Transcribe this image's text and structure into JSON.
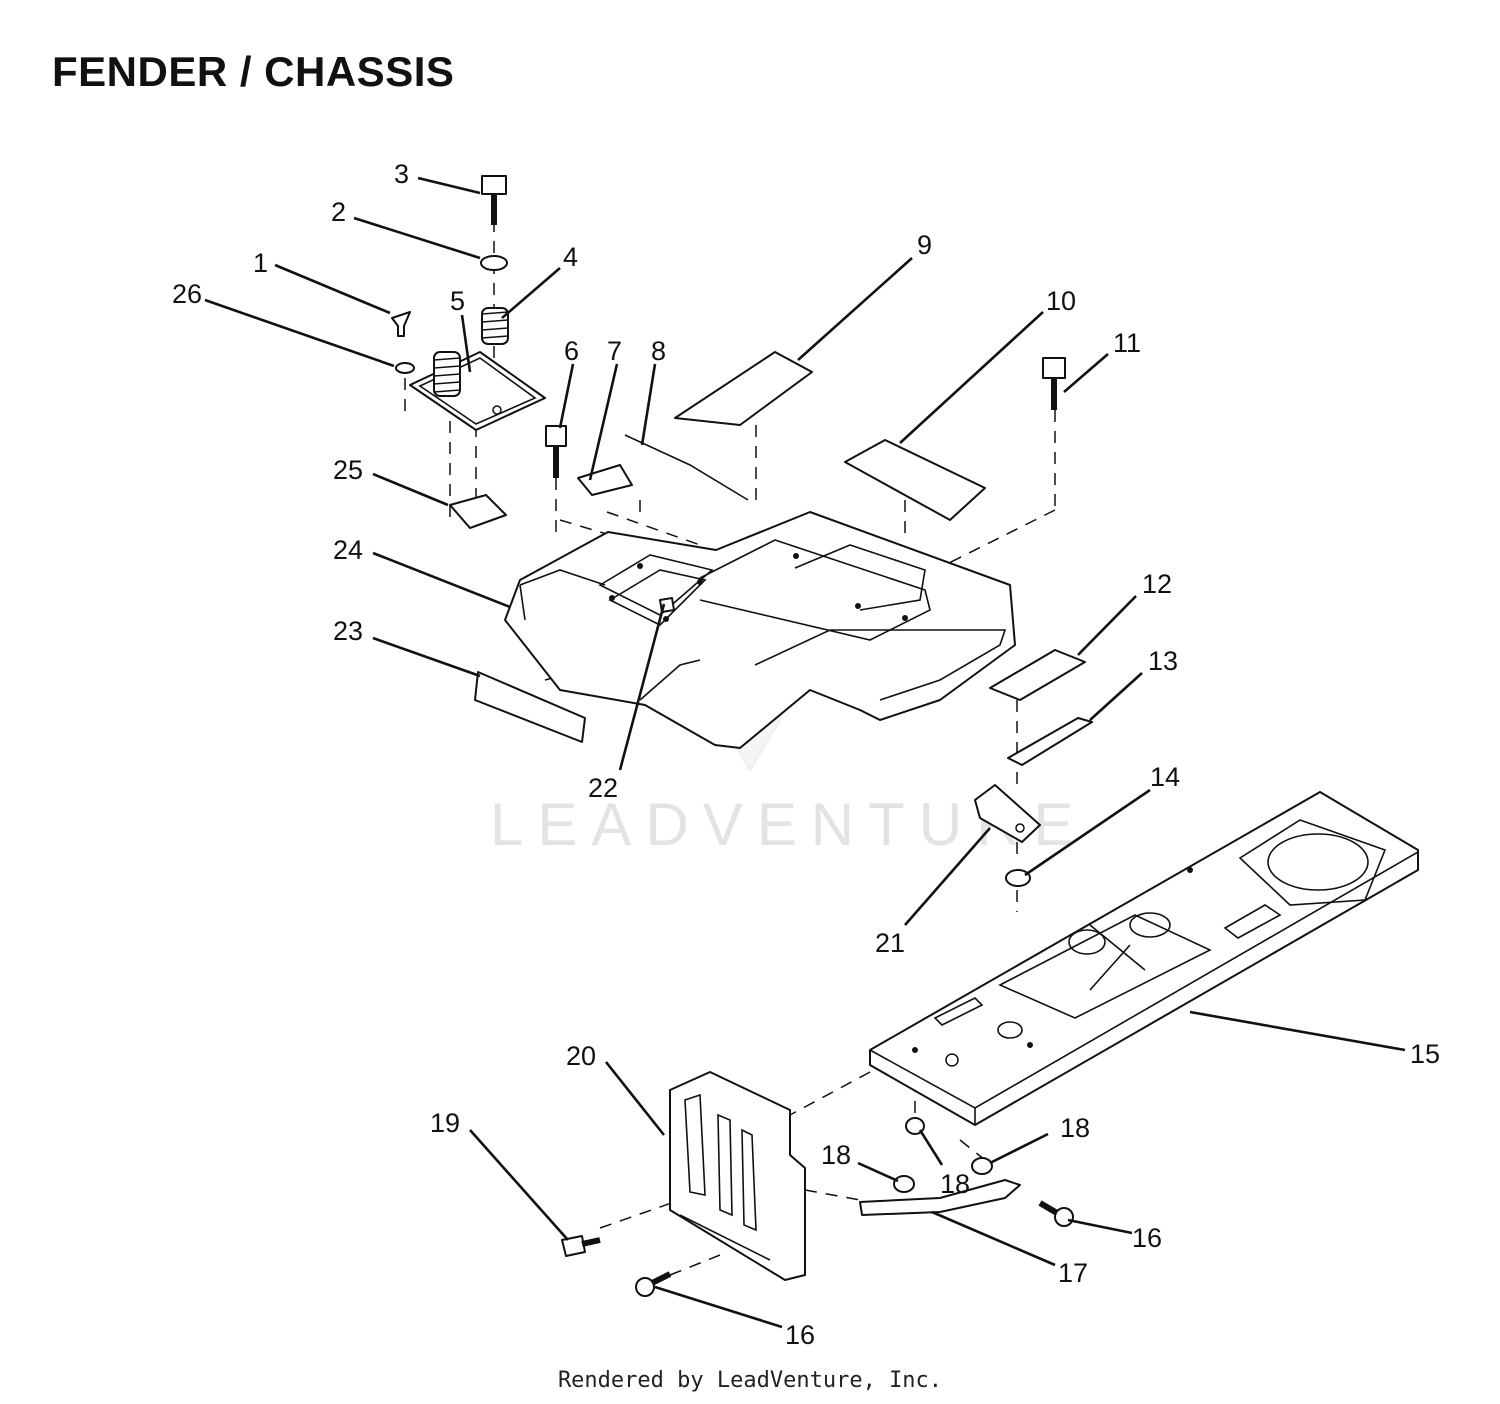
{
  "title": "FENDER / CHASSIS",
  "watermark": "LEADVENTURE",
  "footer": "Rendered by LeadVenture, Inc.",
  "callouts": [
    {
      "id": "c1",
      "label": "1"
    },
    {
      "id": "c2",
      "label": "2"
    },
    {
      "id": "c3",
      "label": "3"
    },
    {
      "id": "c4",
      "label": "4"
    },
    {
      "id": "c5",
      "label": "5"
    },
    {
      "id": "c6",
      "label": "6"
    },
    {
      "id": "c7",
      "label": "7"
    },
    {
      "id": "c8",
      "label": "8"
    },
    {
      "id": "c9",
      "label": "9"
    },
    {
      "id": "c10",
      "label": "10"
    },
    {
      "id": "c11",
      "label": "11"
    },
    {
      "id": "c12",
      "label": "12"
    },
    {
      "id": "c13",
      "label": "13"
    },
    {
      "id": "c14",
      "label": "14"
    },
    {
      "id": "c15",
      "label": "15"
    },
    {
      "id": "c16a",
      "label": "16"
    },
    {
      "id": "c16b",
      "label": "16"
    },
    {
      "id": "c17",
      "label": "17"
    },
    {
      "id": "c18a",
      "label": "18"
    },
    {
      "id": "c18b",
      "label": "18"
    },
    {
      "id": "c18c",
      "label": "18"
    },
    {
      "id": "c19",
      "label": "19"
    },
    {
      "id": "c20",
      "label": "20"
    },
    {
      "id": "c21",
      "label": "21"
    },
    {
      "id": "c22",
      "label": "22"
    },
    {
      "id": "c23",
      "label": "23"
    },
    {
      "id": "c24",
      "label": "24"
    },
    {
      "id": "c25",
      "label": "25"
    },
    {
      "id": "c26",
      "label": "26"
    }
  ]
}
